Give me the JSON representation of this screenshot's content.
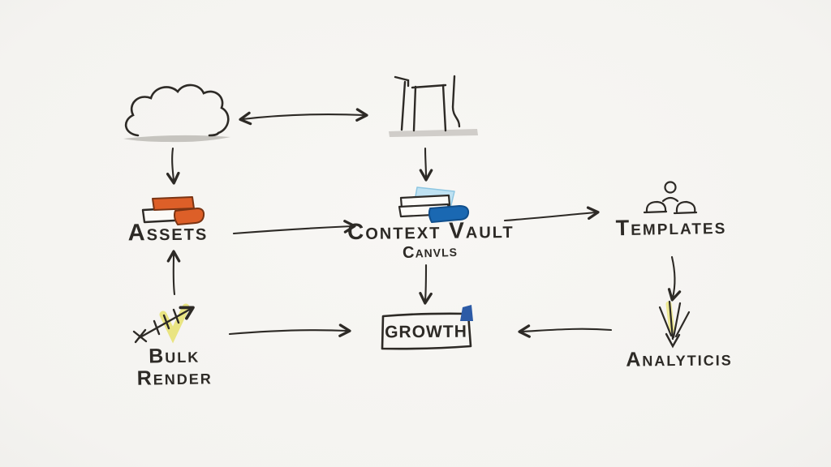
{
  "scene": {
    "style": "hand-drawn whiteboard architecture diagram",
    "background": "#f4f3f0",
    "ink": "#2d2a26",
    "shadow_gray": "#b6b3ae"
  },
  "nodes": {
    "cloud": {
      "name": "cloud",
      "icon": "cloud-icon"
    },
    "building": {
      "name": "building",
      "icon": "building-icon"
    },
    "assets": {
      "label": "Assets",
      "icon": "book-stack-icon",
      "accent": "#dd5f28",
      "accent_edge": "#7a3413"
    },
    "context_vault": {
      "label": "Context Vault",
      "sublabel": "Canvls",
      "icon": "book-stack-icon",
      "accent_dark": "#1a68b2",
      "accent_light": "#bfe2f2"
    },
    "templates": {
      "label": "Templates",
      "icon": "team-icon"
    },
    "bulk_render": {
      "label_line1": "Bulk",
      "label_line2": "Render",
      "icon": "trend-check-icon",
      "highlight": "#e6e065"
    },
    "growth": {
      "label": "GROWTH",
      "icon": "box-with-flag-icon",
      "accent": "#2c5ba6"
    },
    "analytics": {
      "label": "Analyticis",
      "icon": "converging-arrows-icon",
      "highlight": "#ece789"
    }
  },
  "connections": [
    {
      "from": "cloud",
      "to": "building",
      "style": "double-headed"
    },
    {
      "from": "cloud",
      "to": "assets",
      "style": "arrow-down"
    },
    {
      "from": "building",
      "to": "context_vault",
      "style": "arrow-down"
    },
    {
      "from": "assets",
      "to": "context_vault",
      "style": "arrow-right"
    },
    {
      "from": "context_vault",
      "to": "templates",
      "style": "arrow-right"
    },
    {
      "from": "bulk_render",
      "to": "assets",
      "style": "arrow-up"
    },
    {
      "from": "context_vault",
      "to": "growth",
      "style": "arrow-down"
    },
    {
      "from": "bulk_render",
      "to": "growth",
      "style": "arrow-right"
    },
    {
      "from": "analytics",
      "to": "growth",
      "style": "arrow-left"
    },
    {
      "from": "templates",
      "to": "analytics",
      "style": "arrow-down"
    }
  ]
}
